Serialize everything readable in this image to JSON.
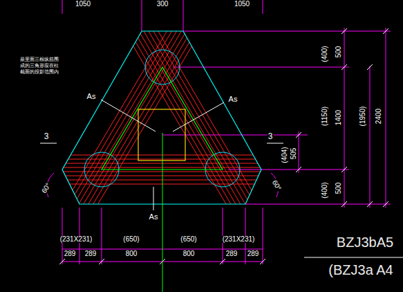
{
  "diagram": {
    "labels": [
      "1050",
      "300",
      "1050",
      "最里面三根纵筋围 成的三角形应在柱 截面的投影范围内",
      "As",
      "As",
      "As",
      "3",
      "3",
      "(400)",
      "500",
      "(1150)",
      "1400",
      "(1950)",
      "2400",
      "(404)",
      "505",
      "(400)",
      "500",
      "60°",
      "60°",
      "(231X231)",
      "(650)",
      "(650)",
      "(231X231)",
      "289",
      "289",
      "800",
      "800",
      "289",
      "289",
      "BZJ3bA5",
      "(BZJ3a A4"
    ]
  }
}
